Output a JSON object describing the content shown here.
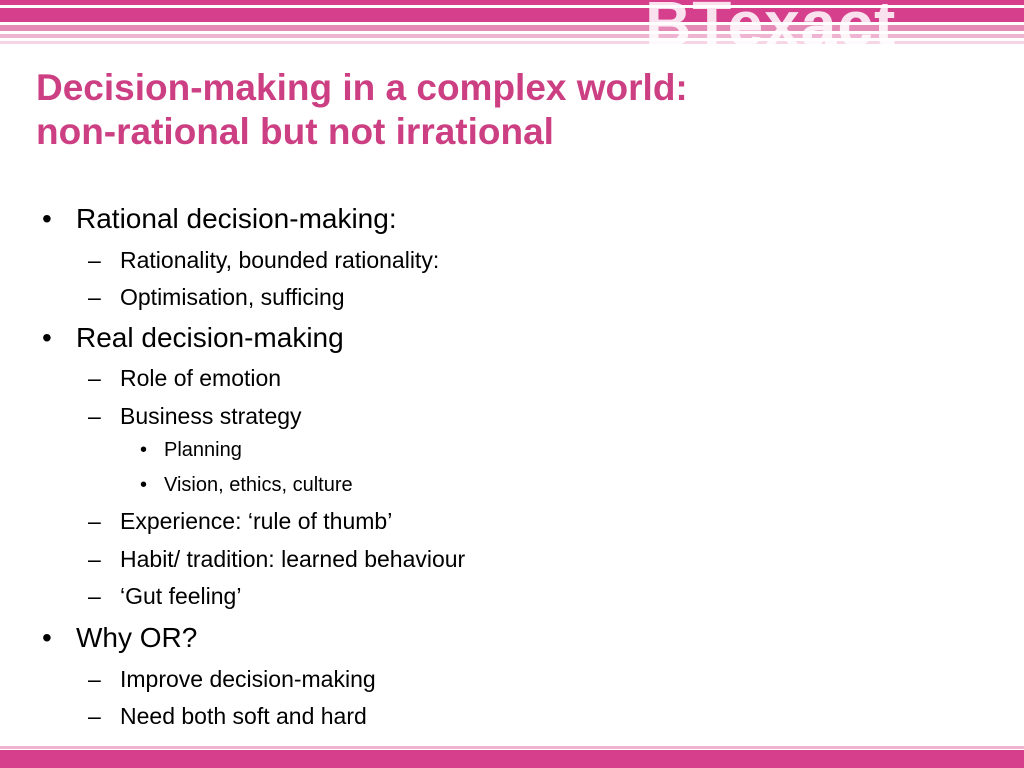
{
  "header": {
    "logo_text": "BTexact"
  },
  "slide": {
    "title_line1": "Decision-making in a complex world:",
    "title_line2": "non-rational but not irrational"
  },
  "bullets": [
    {
      "level": 1,
      "marker": "•",
      "text": "Rational decision-making:"
    },
    {
      "level": 2,
      "marker": "–",
      "text": "Rationality, bounded rationality:"
    },
    {
      "level": 2,
      "marker": "–",
      "text": "Optimisation, sufficing"
    },
    {
      "level": 1,
      "marker": "•",
      "text": "Real decision-making"
    },
    {
      "level": 2,
      "marker": "–",
      "text": "Role of emotion"
    },
    {
      "level": 2,
      "marker": "–",
      "text": "Business strategy"
    },
    {
      "level": 3,
      "marker": "•",
      "text": "Planning"
    },
    {
      "level": 3,
      "marker": "•",
      "text": "Vision, ethics, culture"
    },
    {
      "level": 2,
      "marker": "–",
      "text": "Experience: ‘rule of thumb’"
    },
    {
      "level": 2,
      "marker": "–",
      "text": "Habit/ tradition: learned behaviour"
    },
    {
      "level": 2,
      "marker": "–",
      "text": "‘Gut feeling’"
    },
    {
      "level": 1,
      "marker": "•",
      "text": "Why OR?"
    },
    {
      "level": 2,
      "marker": "–",
      "text": "Improve decision-making"
    },
    {
      "level": 2,
      "marker": "–",
      "text": "Need both soft and hard"
    }
  ]
}
